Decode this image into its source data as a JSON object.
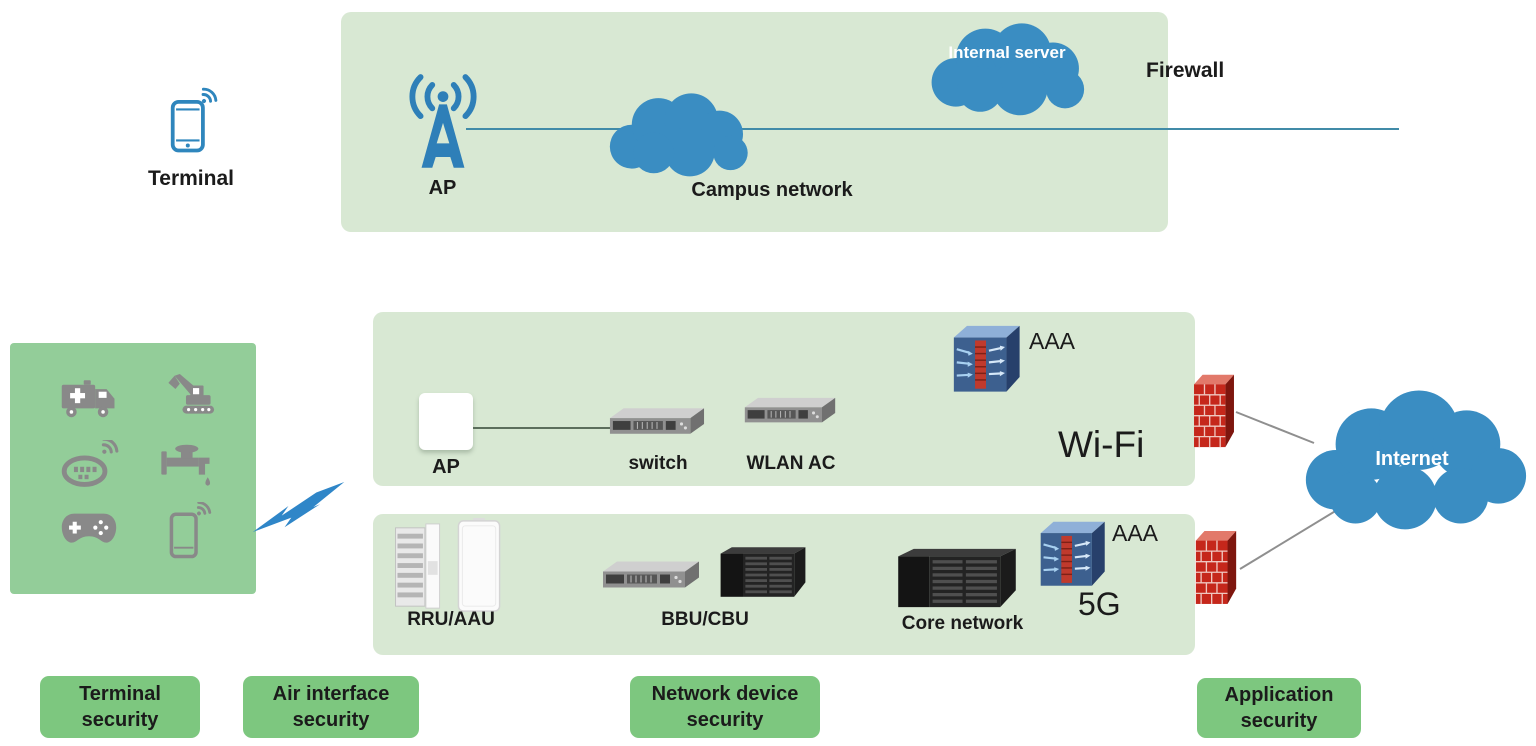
{
  "colors": {
    "panel_green": "#d8e8d3",
    "iot_box_green": "#93cd99",
    "badge_green": "#7dc77f",
    "cloud_blue": "#3a8dc2",
    "line_blue": "#418ba8",
    "firewall_red": "#c5271b",
    "icon_gray": "#898989"
  },
  "top": {
    "terminal": "Terminal",
    "ap": "AP",
    "campus": "Campus network",
    "internal_server": "Internal server",
    "firewall": "Firewall"
  },
  "wifi": {
    "ap": "AP",
    "switch": "switch",
    "wlan_ac": "WLAN AC",
    "aaa": "AAA",
    "tech": "Wi-Fi"
  },
  "fiveg": {
    "rru": "RRU/AAU",
    "bbu": "BBU/CBU",
    "core": "Core network",
    "aaa": "AAA",
    "tech": "5G"
  },
  "internet": {
    "label": "Internet"
  },
  "security_badges": {
    "terminal": "Terminal security",
    "air": "Air interface security",
    "network": "Network device security",
    "application": "Application security"
  },
  "icons": {
    "terminal": "smartphone-wifi-icon",
    "ap_top": "radio-tower-icon",
    "campus_cloud": "cloud-icon",
    "internal_server_cloud": "cloud-icon",
    "internet_cloud": "cloud-icon",
    "iot_devices": [
      "ambulance-icon",
      "excavator-icon",
      "smart-meter-icon",
      "water-valve-icon",
      "game-controller-icon",
      "smartphone-wifi-icon"
    ],
    "air_link": "lightning-bolt-icon",
    "wifi_ap": "access-point-icon",
    "switch": "rack-server-icon",
    "wlan_ac": "rack-server-icon",
    "aaa": "aaa-switch-icon",
    "rru_aau": "radio-unit-icon",
    "bbu_cbu": "baseband-unit-icon",
    "core": "core-chassis-icon",
    "firewalls": "brick-wall-icon"
  }
}
